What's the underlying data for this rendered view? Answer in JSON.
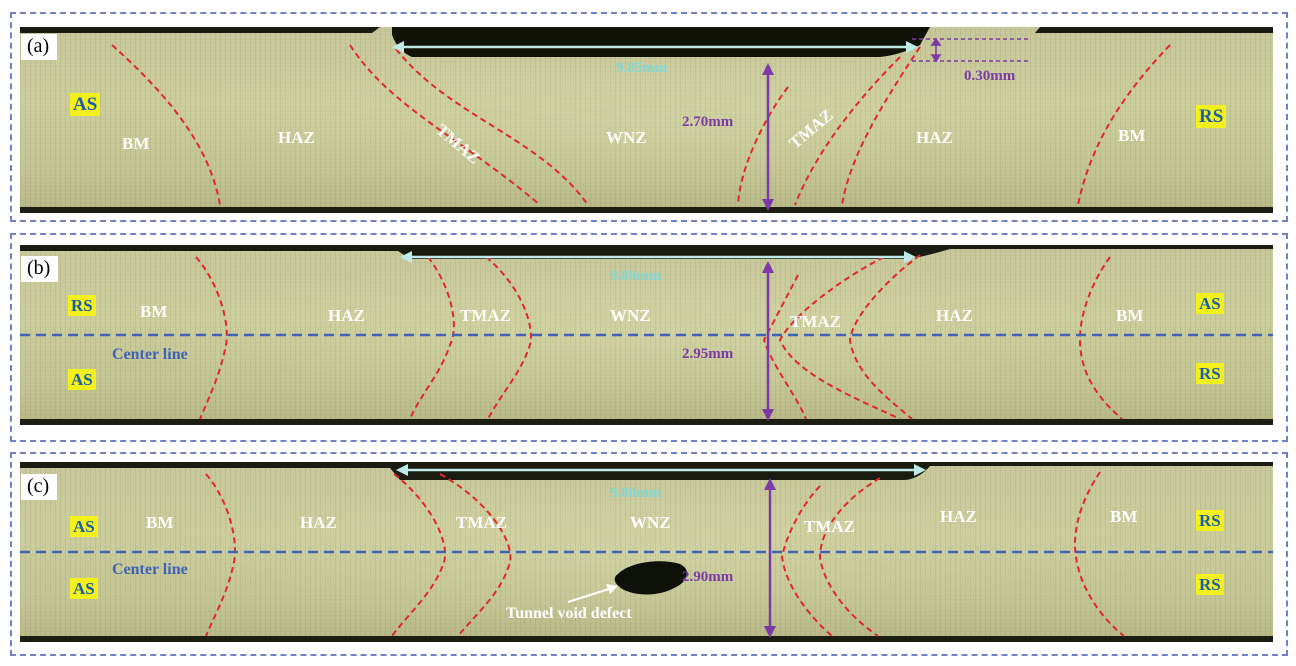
{
  "panels": [
    {
      "label": "(a)",
      "zones": [
        "BM",
        "HAZ",
        "TMAZ",
        "WNZ",
        "TMAZ",
        "HAZ",
        "BM"
      ],
      "sides": [
        "AS",
        "RS"
      ],
      "width_dim": "9.85mm",
      "thickness_dim": "2.70mm",
      "depth_dim": "0.30mm"
    },
    {
      "label": "(b)",
      "zones": [
        "BM",
        "HAZ",
        "TMAZ",
        "WNZ",
        "TMAZ",
        "HAZ",
        "BM"
      ],
      "sides_top": [
        "RS",
        "AS"
      ],
      "sides_bottom": [
        "AS",
        "RS"
      ],
      "center_line": "Center line",
      "width_dim": "9.80mm",
      "thickness_dim": "2.95mm"
    },
    {
      "label": "(c)",
      "zones": [
        "BM",
        "HAZ",
        "TMAZ",
        "WNZ",
        "TMAZ",
        "HAZ",
        "BM"
      ],
      "sides_top": [
        "AS",
        "RS"
      ],
      "sides_bottom": [
        "AS",
        "RS"
      ],
      "center_line": "Center line",
      "width_dim": "9.80mm",
      "thickness_dim": "2.90mm",
      "defect_label": "Tunnel void defect"
    }
  ],
  "colors": {
    "panel_border": "#6f82c8",
    "boundary_line": "#e0282a",
    "width_arrow": "#bfeaea",
    "thickness_arrow": "#7b3aa5",
    "center_line": "#3f62b8",
    "side_highlight": "#f3f01c"
  }
}
